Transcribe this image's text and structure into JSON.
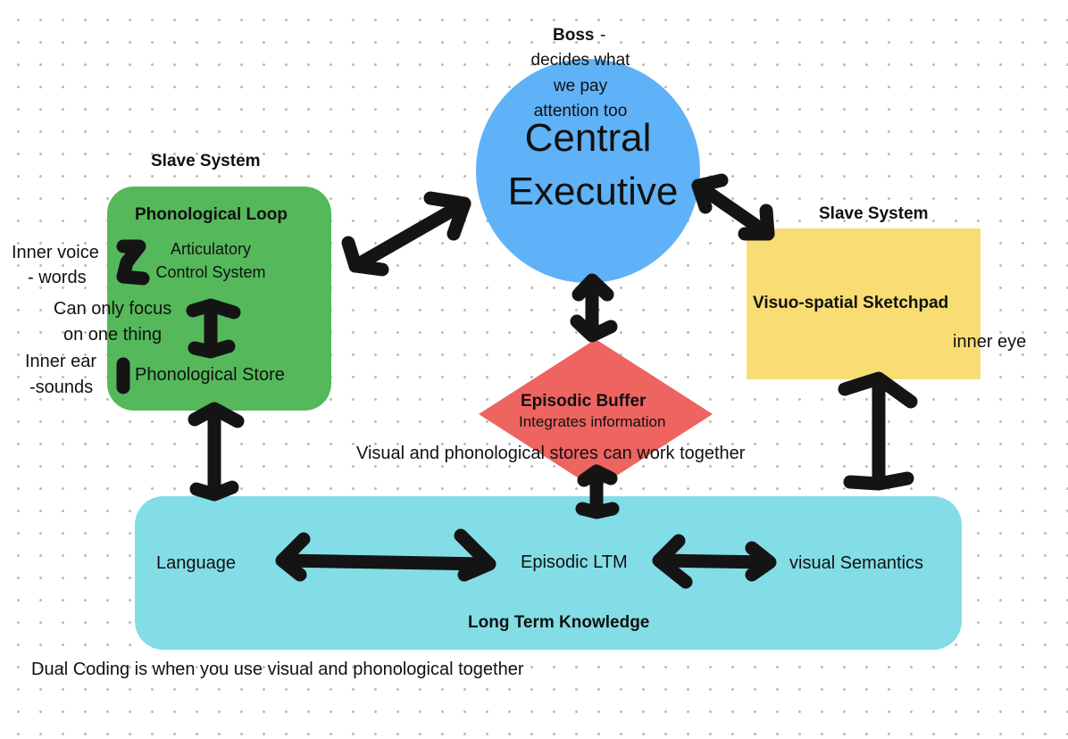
{
  "central_executive": {
    "title_line1": "Central",
    "title_line2": "Executive",
    "boss_label": "Boss",
    "boss_dash": "-",
    "boss_desc_line1": "decides what",
    "boss_desc_line2": "we pay",
    "boss_desc_line3": "attention too",
    "color": "#5fb2f7"
  },
  "phonological_loop": {
    "header": "Slave System",
    "title": "Phonological Loop",
    "articulatory_line1": "Articulatory",
    "articulatory_line2": "Control System",
    "store": "Phonological Store",
    "color": "#55b95b"
  },
  "annotations": {
    "inner_voice_line1": "Inner voice",
    "inner_voice_line2": "- words",
    "focus_line1": "Can only focus",
    "focus_line2": "on one thing",
    "inner_ear_line1": "Inner ear",
    "inner_ear_line2": "-sounds",
    "inner_eye": "inner eye",
    "visual_phonological": "Visual and phonological  stores can work together",
    "dual_coding": "Dual Coding is  when you use visual  and phonological together"
  },
  "visuospatial": {
    "header": "Slave System",
    "title": "Visuo-spatial Sketchpad",
    "color": "#f8dd74"
  },
  "episodic_buffer": {
    "title": "Episodic  Buffer",
    "subtitle": "Integrates information",
    "color": "#ed6461"
  },
  "long_term_knowledge": {
    "title": "Long Term Knowledge",
    "language": "Language",
    "episodic_ltm": "Episodic LTM",
    "visual_semantics": "visual Semantics",
    "color": "#83dde6"
  }
}
